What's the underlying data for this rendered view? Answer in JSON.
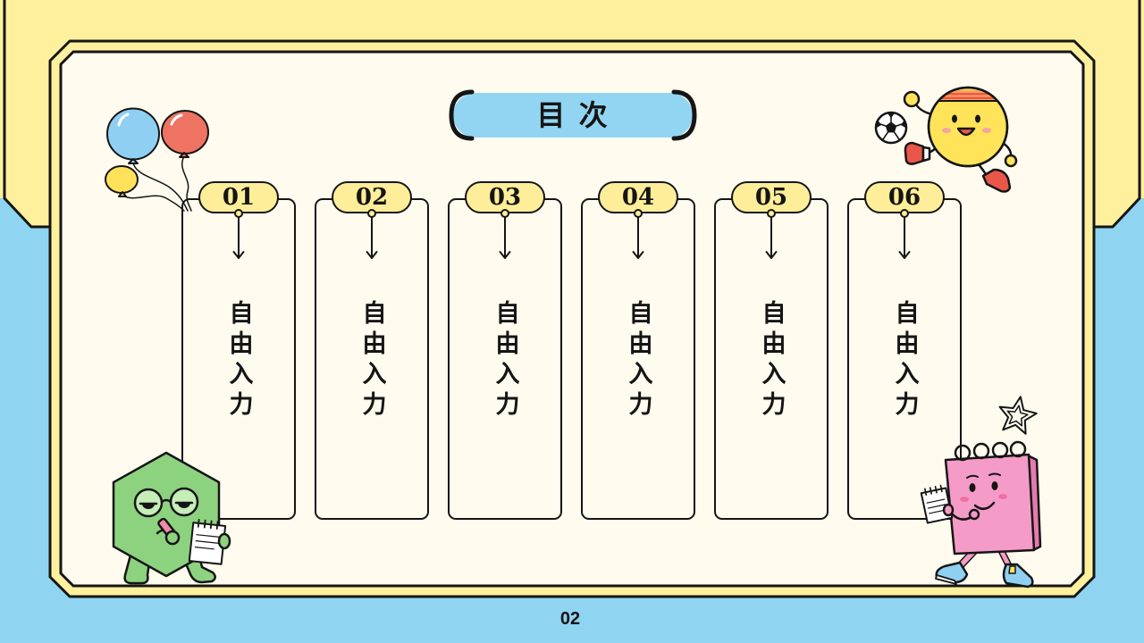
{
  "slide": {
    "title": "目 次",
    "page_number": "02"
  },
  "toc_items": [
    {
      "number": "01",
      "label": "自由入力"
    },
    {
      "number": "02",
      "label": "自由入力"
    },
    {
      "number": "03",
      "label": "自由入力"
    },
    {
      "number": "04",
      "label": "自由入力"
    },
    {
      "number": "05",
      "label": "自由入力"
    },
    {
      "number": "06",
      "label": "自由入力"
    }
  ],
  "decorations": {
    "top_left": "balloons-icon",
    "top_right": "soccer-character-icon",
    "bottom_left": "hexagon-character-icon",
    "bottom_right": "notebook-character-icon",
    "accent": "star-icon"
  },
  "colors": {
    "background_blue": "#8FD4F1",
    "frame_yellow": "#FFF09E",
    "panel_cream": "#FFFBEF",
    "title_pill_blue": "#92D5F2",
    "number_pill_yellow": "#FFEE99",
    "outline": "#151515"
  }
}
